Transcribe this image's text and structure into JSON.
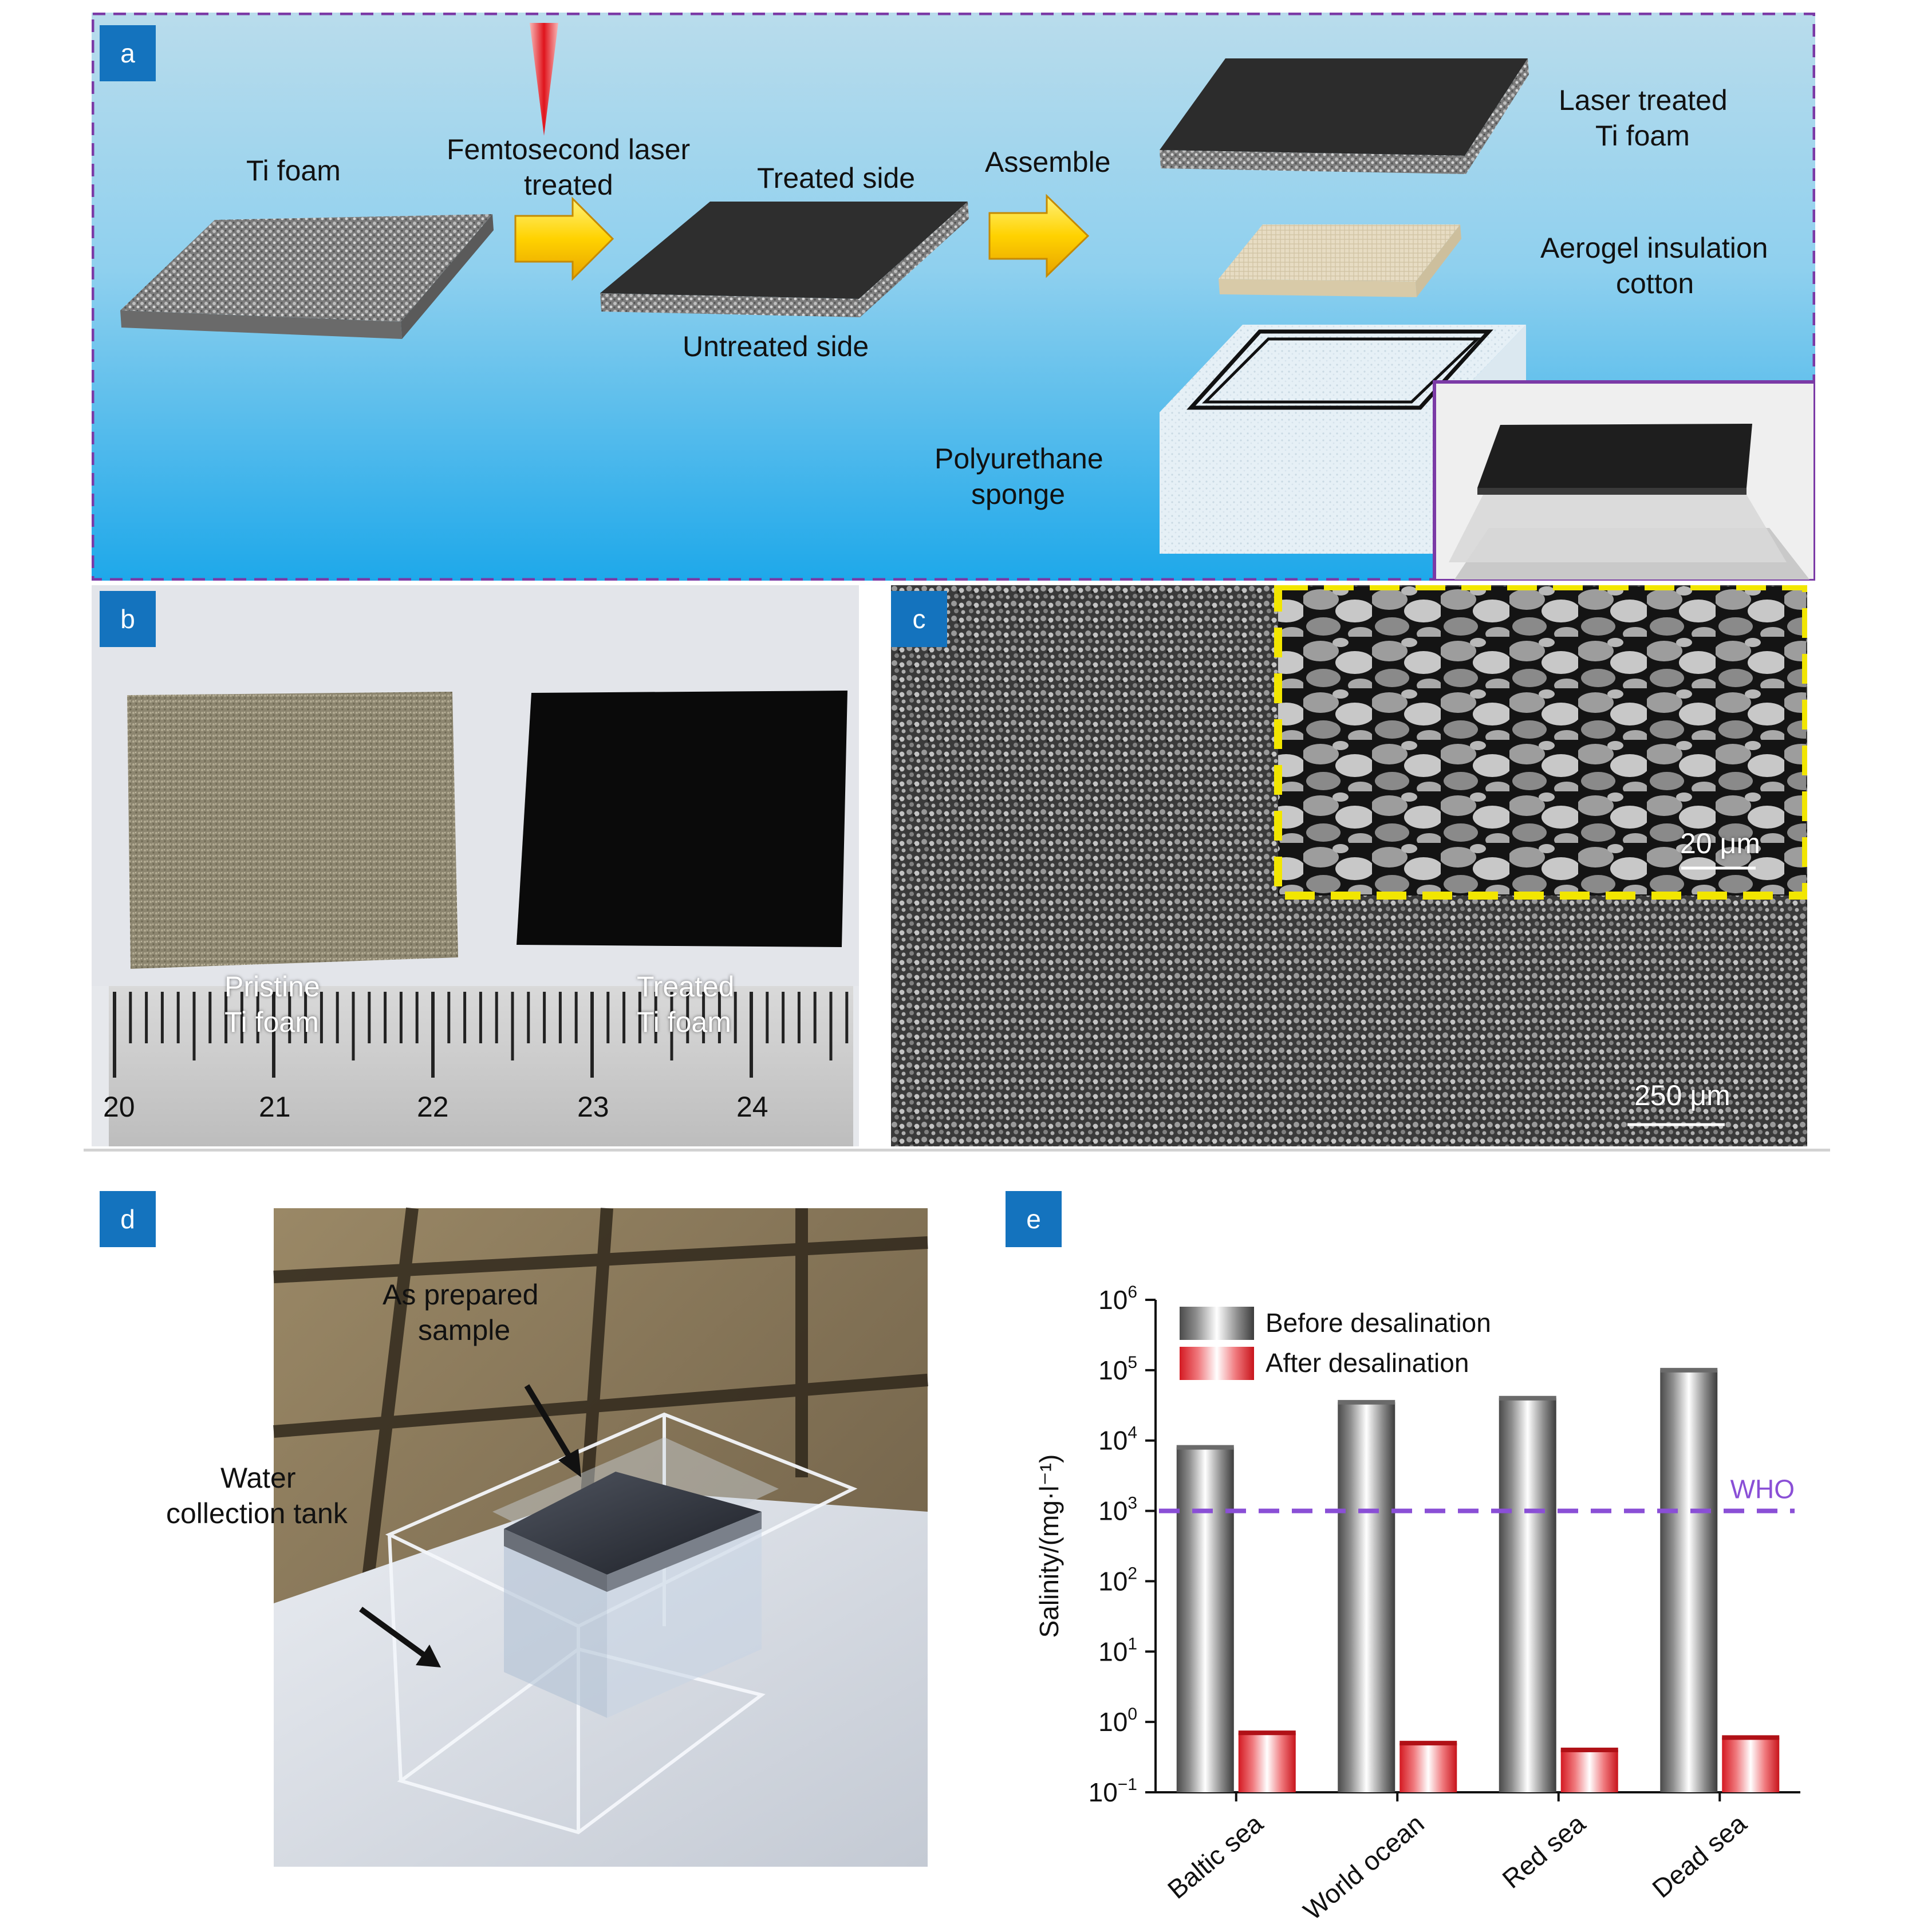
{
  "panel_a": {
    "badge": "a",
    "ti_foam": "Ti foam",
    "laser_line1": "Femtosecond laser",
    "laser_line2": "treated",
    "treated_side": "Treated side",
    "untreated_side": "Untreated side",
    "assemble": "Assemble",
    "laser_ti_line1": "Laser treated",
    "laser_ti_line2": "Ti foam",
    "aerogel_line1": "Aerogel insulation",
    "aerogel_line2": "cotton",
    "pu_line1": "Polyurethane",
    "pu_line2": "sponge"
  },
  "panel_b": {
    "badge": "b",
    "pristine_line1": "Pristine",
    "pristine_line2": "Ti foam",
    "treated_line1": "Treated",
    "treated_line2": "Ti foam",
    "ruler_numbers": [
      "20",
      "21",
      "22",
      "23",
      "24"
    ]
  },
  "panel_c": {
    "badge": "c",
    "inset_scale": "20 μm",
    "main_scale": "250 μm"
  },
  "panel_d": {
    "badge": "d",
    "sample_line1": "As prepared",
    "sample_line2": "sample",
    "tank_line1": "Water",
    "tank_line2": "collection tank"
  },
  "panel_e": {
    "badge": "e",
    "who_label": "WHO"
  },
  "chart_data": {
    "type": "bar",
    "ylabel": "Salinity/(mg·l⁻¹)",
    "yscale": "log",
    "ylim": [
      0.1,
      1000000
    ],
    "y_ticks": [
      {
        "base": "10",
        "exp": "−1"
      },
      {
        "base": "10",
        "exp": "0"
      },
      {
        "base": "10",
        "exp": "1"
      },
      {
        "base": "10",
        "exp": "2"
      },
      {
        "base": "10",
        "exp": "3"
      },
      {
        "base": "10",
        "exp": "4"
      },
      {
        "base": "10",
        "exp": "5"
      },
      {
        "base": "10",
        "exp": "6"
      }
    ],
    "categories": [
      "Baltic sea",
      "World ocean",
      "Red sea",
      "Dead sea"
    ],
    "series": [
      {
        "name": "Before desalination",
        "values": [
          8000,
          35000,
          40000,
          100000
        ],
        "color": "#9a9a9a"
      },
      {
        "name": "After desalination",
        "values": [
          0.7,
          0.5,
          0.4,
          0.6
        ],
        "color": "#e8333b"
      }
    ],
    "reference_line": {
      "label": "WHO",
      "value": 1000,
      "color": "#8a4fd6"
    },
    "legend_position": "top-left"
  }
}
